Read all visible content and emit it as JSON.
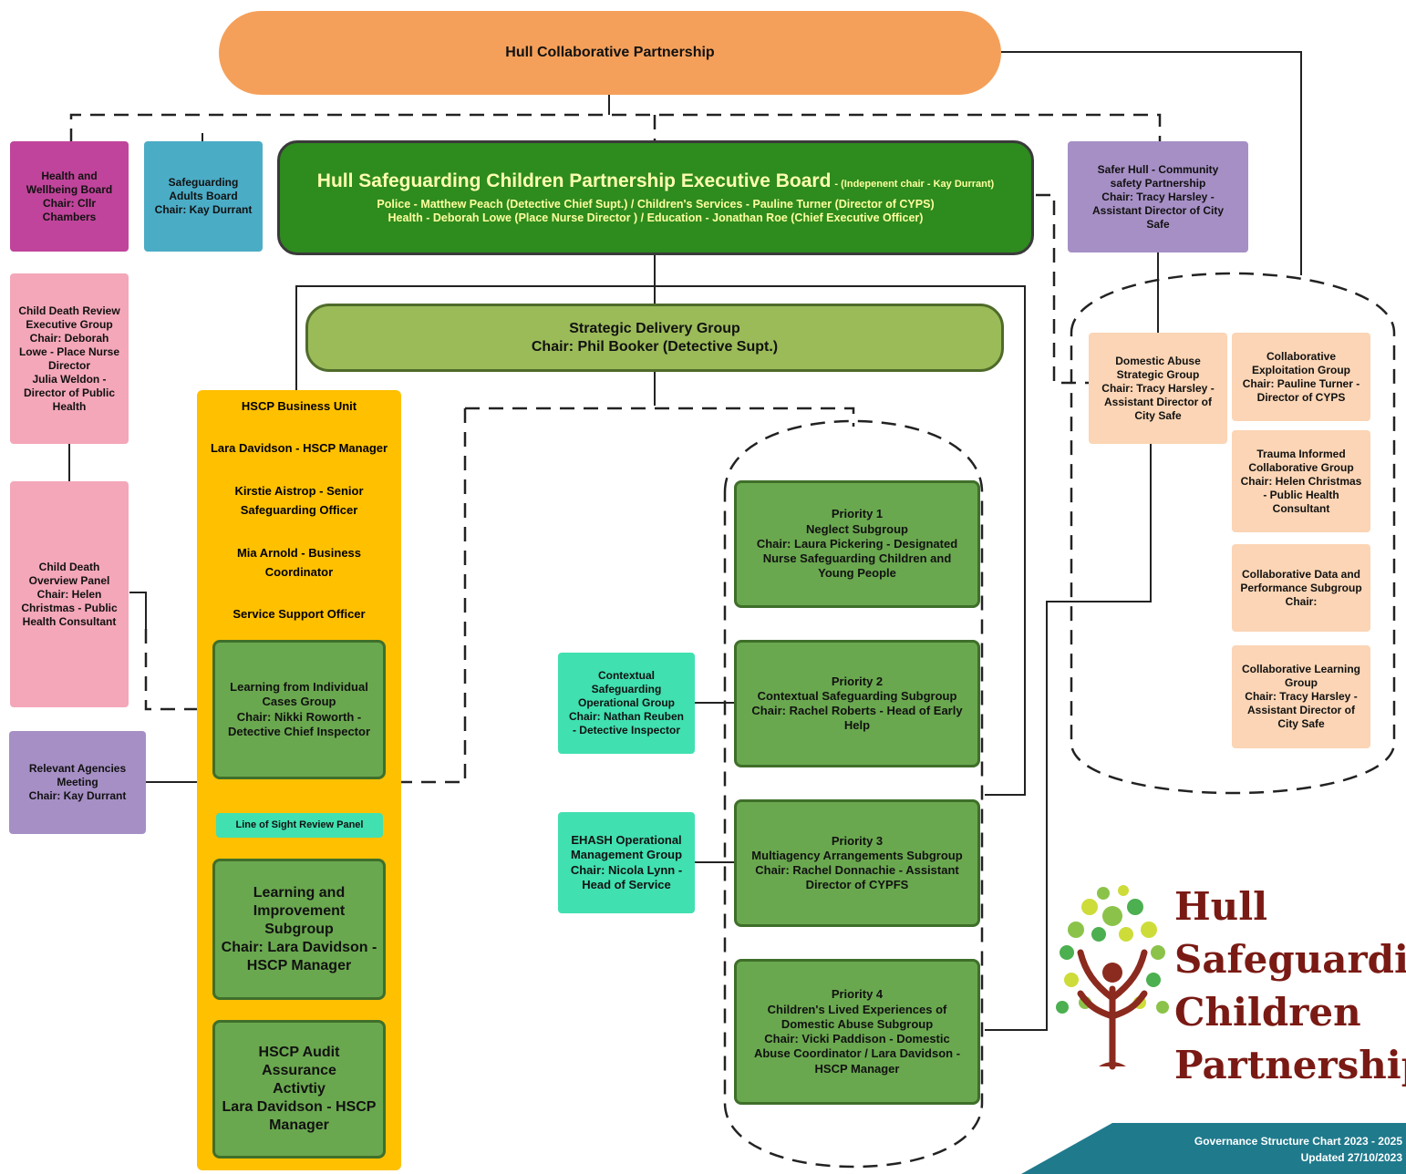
{
  "hcp": {
    "title": "Hull Collaborative Partnership"
  },
  "exec_board": {
    "title": "Hull Safeguarding Children Partnership Executive Board",
    "title_note": "- (Indepenent chair - Kay Durrant)",
    "line1": "Police - Matthew Peach (Detective Chief Supt.) / Children's Services - Pauline Turner (Director of CYPS)",
    "line2": "Health - Deborah Lowe (Place Nurse Director ) / Education - Jonathan Roe (Chief Executive Officer)"
  },
  "health_board": {
    "lines": [
      "Health and",
      "Wellbeing Board",
      "Chair: Cllr",
      "Chambers"
    ]
  },
  "adults_board": {
    "lines": [
      "Safeguarding",
      "Adults Board",
      "Chair: Kay Durrant"
    ]
  },
  "safer_hull": {
    "lines": [
      "Safer Hull - Community",
      "safety Partnership",
      "Chair: Tracy Harsley -",
      "Assistant Director of City",
      "Safe"
    ]
  },
  "cdr_exec": {
    "lines": [
      "Child Death Review",
      "Executive Group",
      "Chair: Deborah",
      "Lowe - Place Nurse",
      "Director",
      "Julia Weldon -",
      "Director of Public",
      "Health"
    ]
  },
  "cdop": {
    "lines": [
      "Child Death",
      "Overview Panel",
      "Chair: Helen",
      "Christmas - Public",
      "Health Consultant"
    ]
  },
  "relevant_agencies": {
    "lines": [
      "Relevant Agencies",
      "Meeting",
      "Chair: Kay Durrant"
    ]
  },
  "sdg": {
    "line1": "Strategic Delivery Group",
    "line2": "Chair: Phil Booker (Detective Supt.)"
  },
  "business_unit": {
    "title": "HSCP Business Unit",
    "members": [
      "Lara Davidson - HSCP Manager",
      "Kirstie Aistrop - Senior Safeguarding Officer",
      "Mia Arnold - Business Coordinator",
      "Service Support Officer"
    ]
  },
  "lfic": {
    "lines": [
      "Learning from Individual",
      "Cases Group",
      "Chair: Nikki Roworth -",
      "Detective Chief Inspector"
    ]
  },
  "line_of_sight": {
    "label": "Line of Sight Review Panel"
  },
  "learning_improvement": {
    "lines": [
      "Learning and",
      "Improvement",
      "Subgroup",
      "Chair: Lara Davidson -",
      "HSCP Manager"
    ]
  },
  "audit": {
    "lines": [
      "HSCP Audit Assurance",
      "Activtiy",
      "Lara Davidson - HSCP",
      "Manager"
    ]
  },
  "contextual_op": {
    "lines": [
      "Contextual",
      "Safeguarding",
      "Operational Group",
      "Chair: Nathan Reuben",
      "- Detective Inspector"
    ]
  },
  "ehash": {
    "lines": [
      "EHASH Operational",
      "Management Group",
      "Chair: Nicola Lynn -",
      "Head of Service"
    ]
  },
  "priorities": [
    {
      "lines": [
        "Priority 1",
        "Neglect Subgroup",
        "Chair: Laura Pickering - Designated",
        "Nurse Safeguarding Children and",
        "Young People"
      ]
    },
    {
      "lines": [
        "Priority 2",
        "Contextual Safeguarding Subgroup",
        "Chair: Rachel Roberts - Head of Early",
        "Help"
      ]
    },
    {
      "lines": [
        "Priority 3",
        "Multiagency Arrangements Subgroup",
        "Chair: Rachel Donnachie - Assistant",
        "Director of CYPFS"
      ]
    },
    {
      "lines": [
        "Priority 4",
        "Children's Lived Experiences of",
        "Domestic Abuse Subgroup",
        "Chair: Vicki Paddison - Domestic",
        "Abuse Coordinator / Lara Davidson -",
        "HSCP Manager"
      ]
    }
  ],
  "domestic_abuse": {
    "lines": [
      "Domestic Abuse",
      "Strategic Group",
      "Chair: Tracy Harsley -",
      "Assistant Director of",
      "City Safe"
    ]
  },
  "exploitation": {
    "lines": [
      "Collaborative",
      "Exploitation Group",
      "Chair: Pauline Turner -",
      "Director of CYPS"
    ]
  },
  "trauma": {
    "lines": [
      "Trauma Informed",
      "Collaborative Group",
      "Chair: Helen Christmas",
      "- Public Health",
      "Consultant"
    ]
  },
  "data_perf": {
    "lines": [
      "Collaborative Data and",
      "Performance Subgroup",
      "Chair:"
    ]
  },
  "learning_group": {
    "lines": [
      "Collaborative Learning",
      "Group",
      "Chair: Tracy Harsley -",
      "Assistant Director of",
      "City Safe"
    ]
  },
  "logo": {
    "lines": [
      "Hull",
      "Safeguarding",
      "Children",
      "Partnership"
    ]
  },
  "footer": {
    "line1": "Governance Structure Chart 2023 - 2025",
    "line2": "Updated 27/10/2023"
  },
  "colors": {
    "hcp": "#f5a05a",
    "exec": "#2e8b1e",
    "sdg": "#9bbb59",
    "subgroup": "#6aa84f",
    "business_unit": "#ffc000",
    "health_board": "#c0449b",
    "adults_board": "#4bacc6",
    "purple": "#a68fc5",
    "pink": "#f4a7b9",
    "peach": "#fbd5b5",
    "teal": "#40e0b0",
    "logo_text": "#7a1a14",
    "footer_band": "#1f7a8c"
  }
}
